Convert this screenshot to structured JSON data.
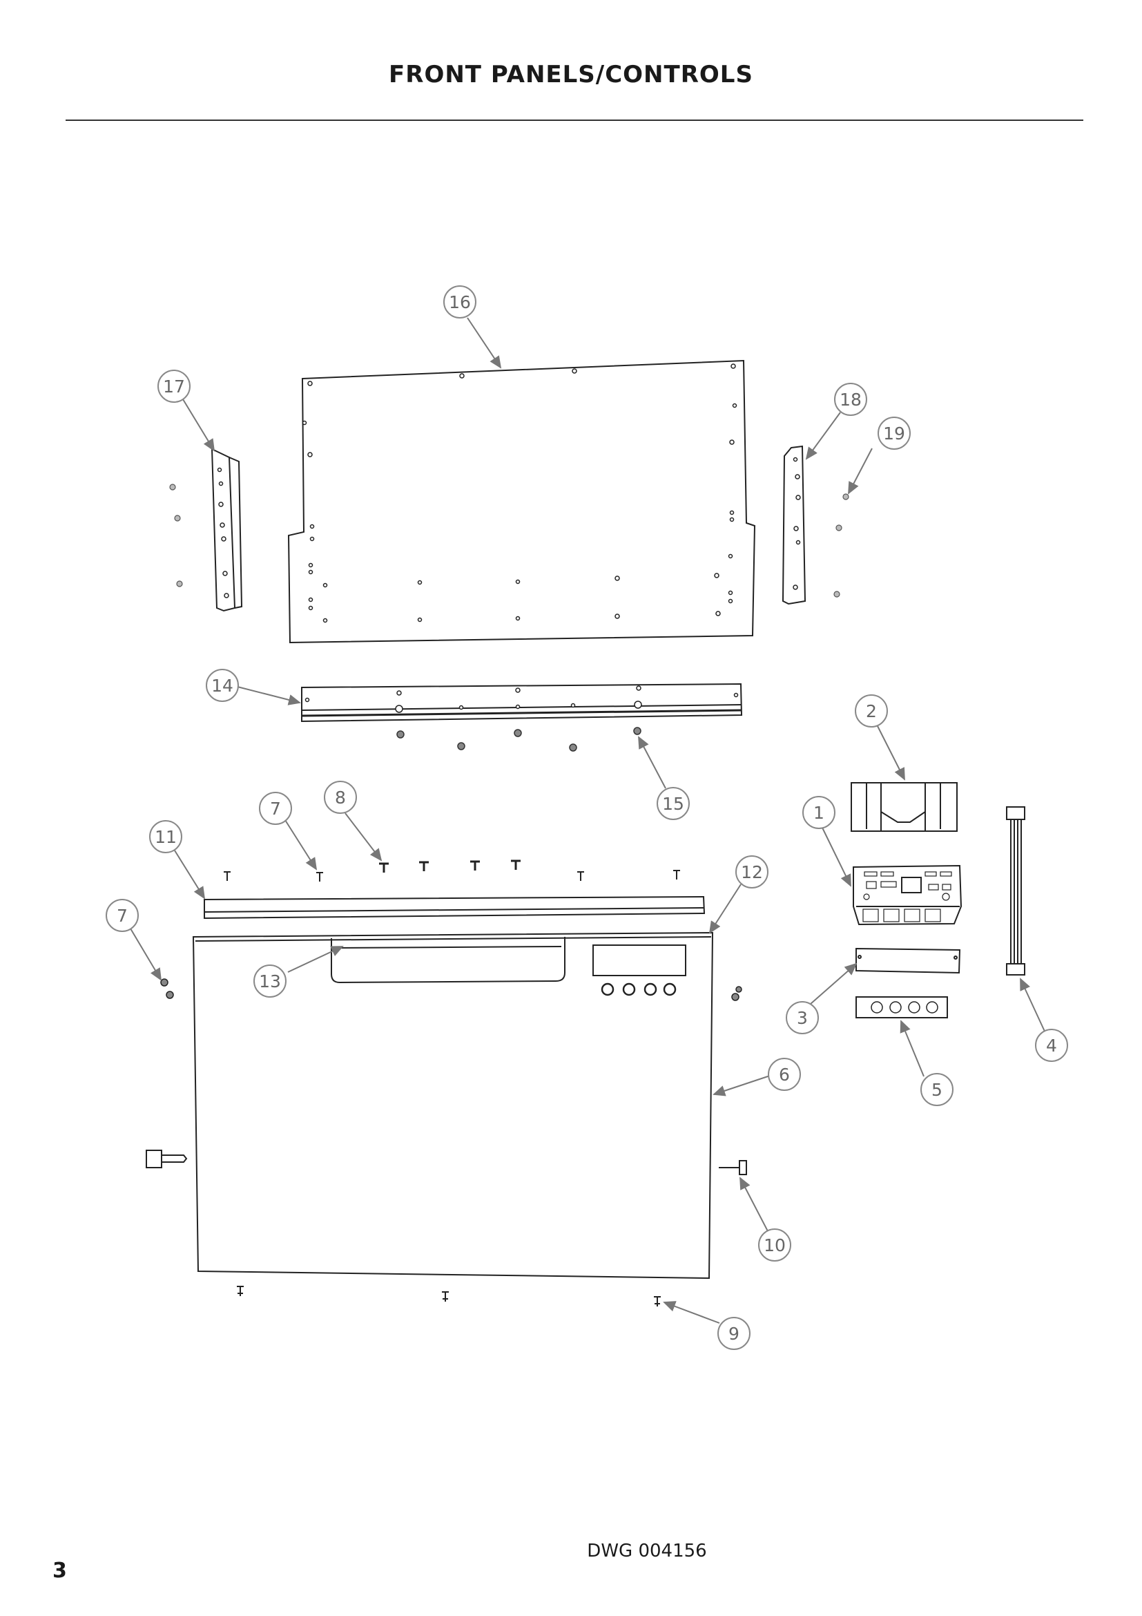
{
  "page_title": "FRONT PANELS/CONTROLS",
  "drawing_number": "DWG 004156",
  "page_number": "3",
  "callouts": [
    {
      "id": "c16",
      "label": "16"
    },
    {
      "id": "c17",
      "label": "17"
    },
    {
      "id": "c18",
      "label": "18"
    },
    {
      "id": "c19",
      "label": "19"
    },
    {
      "id": "c14",
      "label": "14"
    },
    {
      "id": "c2",
      "label": "2"
    },
    {
      "id": "c15",
      "label": "15"
    },
    {
      "id": "c1",
      "label": "1"
    },
    {
      "id": "c7a",
      "label": "7"
    },
    {
      "id": "c8",
      "label": "8"
    },
    {
      "id": "c11",
      "label": "11"
    },
    {
      "id": "c12",
      "label": "12"
    },
    {
      "id": "c7b",
      "label": "7"
    },
    {
      "id": "c13",
      "label": "13"
    },
    {
      "id": "c3",
      "label": "3"
    },
    {
      "id": "c4",
      "label": "4"
    },
    {
      "id": "c6",
      "label": "6"
    },
    {
      "id": "c5",
      "label": "5"
    },
    {
      "id": "c10",
      "label": "10"
    },
    {
      "id": "c9",
      "label": "9"
    }
  ]
}
